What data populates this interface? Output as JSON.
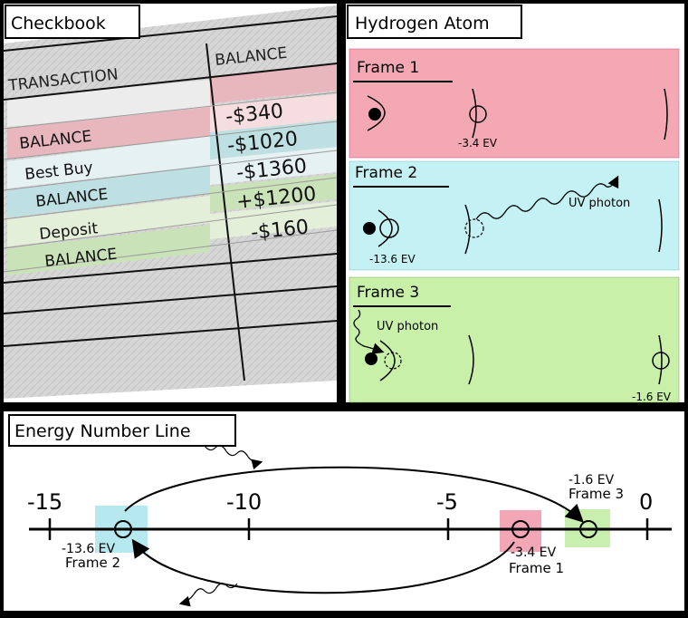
{
  "checkbook": {
    "title": "Checkbook",
    "col_transaction": "TRANSACTION",
    "col_balance": "BALANCE",
    "rows": [
      {
        "label": "",
        "amount": "-$340"
      },
      {
        "label": "BALANCE",
        "amount": "-$1020"
      },
      {
        "label": "Best Buy",
        "amount": "-$1360"
      },
      {
        "label": "BALANCE",
        "amount": "+$1200"
      },
      {
        "label": "Deposit",
        "amount": "-$160"
      },
      {
        "label": "BALANCE",
        "amount": ""
      }
    ],
    "colors": {
      "pink": "#e8b7bd",
      "blue": "#bfe0e3",
      "green": "#c9e2b8",
      "paper": "#eaeaea"
    }
  },
  "hydrogen": {
    "title": "Hydrogen Atom",
    "frame1": {
      "title": "Frame 1",
      "energy": "-3.4 EV",
      "color": "#f4a8b4"
    },
    "frame2": {
      "title": "Frame 2",
      "energy": "-13.6 EV",
      "photon": "UV photon",
      "color": "#c4f1f4"
    },
    "frame3": {
      "title": "Frame 3",
      "energy": "-1.6 EV",
      "photon": "UV photon",
      "color": "#c8f0a8"
    }
  },
  "energy_line": {
    "title": "Energy Number Line",
    "ticks": [
      "-15",
      "-10",
      "-5",
      "0"
    ],
    "points": [
      {
        "value": "-13.6 EV",
        "frame": "Frame 2",
        "color": "#b5e9ef"
      },
      {
        "value": "-3.4 EV",
        "frame": "Frame 1",
        "color": "#f2a6b6"
      },
      {
        "value": "-1.6 EV",
        "frame": "Frame 3",
        "color": "#c9efae"
      }
    ]
  }
}
